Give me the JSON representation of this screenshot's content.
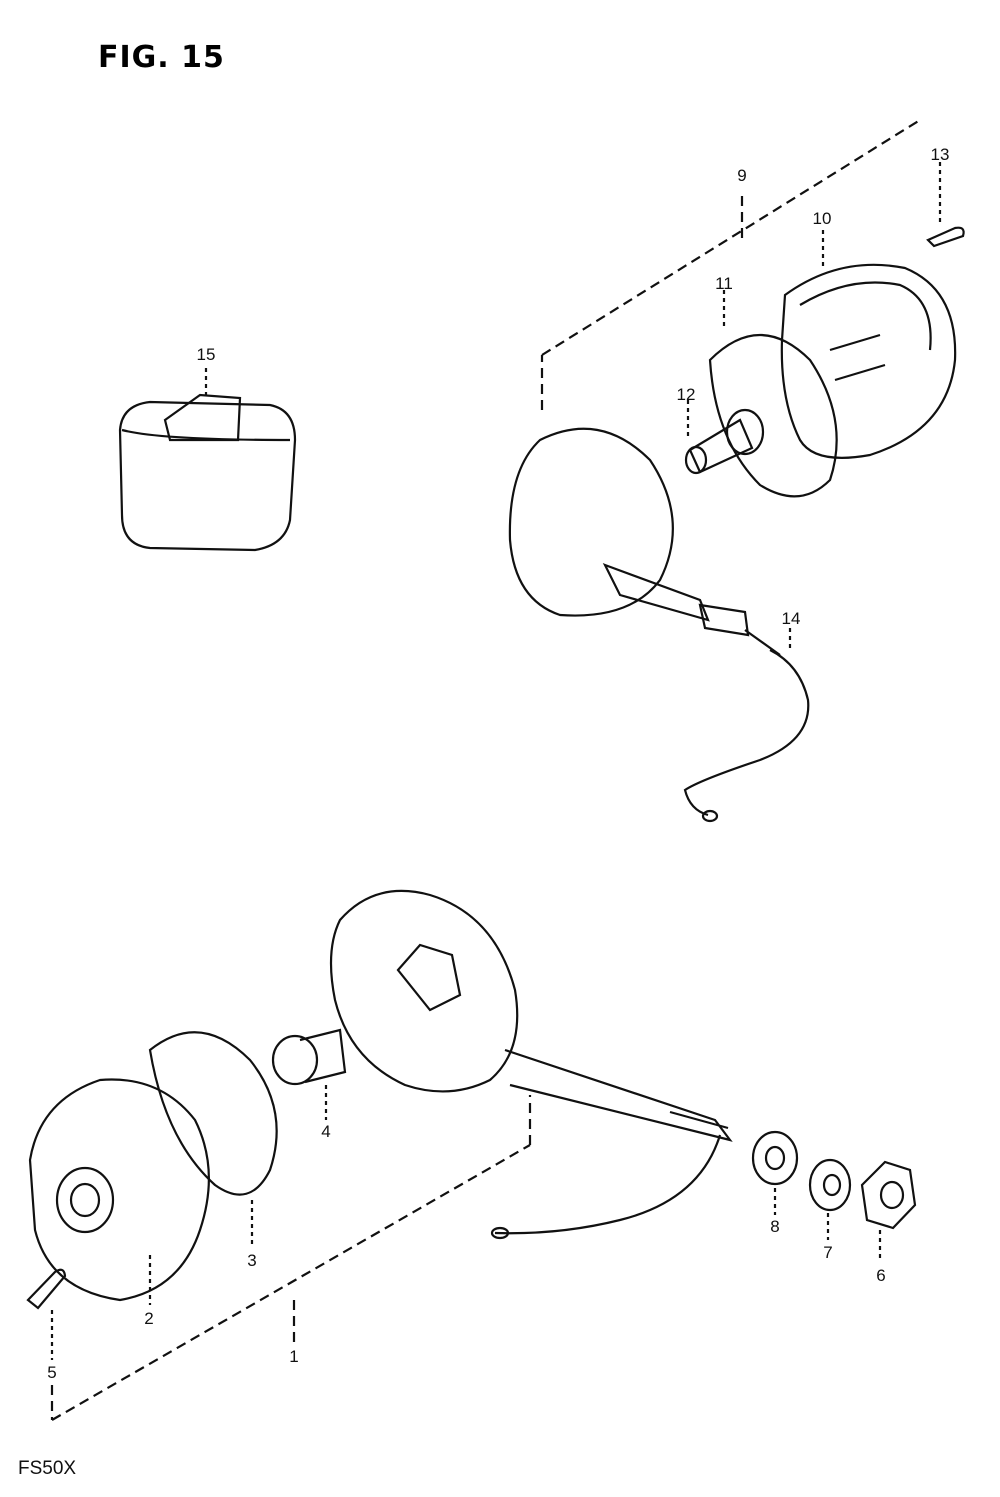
{
  "figure_title": "FIG. 15",
  "model_code": "FS50X",
  "parts": [
    {
      "id": "p1",
      "label": "1"
    },
    {
      "id": "p2",
      "label": "2"
    },
    {
      "id": "p3",
      "label": "3"
    },
    {
      "id": "p4",
      "label": "4"
    },
    {
      "id": "p5",
      "label": "5"
    },
    {
      "id": "p6",
      "label": "6"
    },
    {
      "id": "p7",
      "label": "7"
    },
    {
      "id": "p8",
      "label": "8"
    },
    {
      "id": "p9",
      "label": "9"
    },
    {
      "id": "p10",
      "label": "10"
    },
    {
      "id": "p11",
      "label": "11"
    },
    {
      "id": "p12",
      "label": "12"
    },
    {
      "id": "p13",
      "label": "13"
    },
    {
      "id": "p14",
      "label": "14"
    },
    {
      "id": "p15",
      "label": "15"
    }
  ]
}
